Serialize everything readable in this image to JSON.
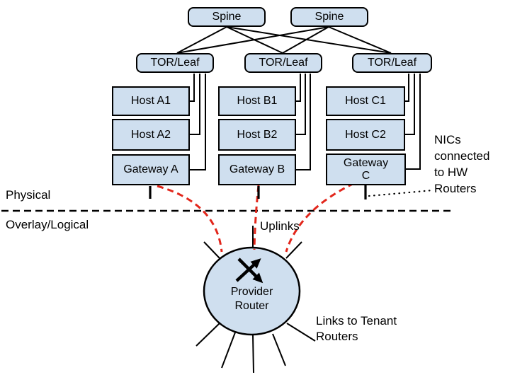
{
  "colors": {
    "node_fill": "#cfdfef",
    "node_border": "#000000",
    "link": "#000000",
    "overlay_link": "#e2261b",
    "background": "#ffffff",
    "text": "#000000"
  },
  "nodes": {
    "spine_1": "Spine",
    "spine_2": "Spine",
    "tor_leaf_a": "TOR/Leaf",
    "tor_leaf_b": "TOR/Leaf",
    "tor_leaf_c": "TOR/Leaf",
    "host_a1": "Host A1",
    "host_a2": "Host A2",
    "gateway_a": "Gateway A",
    "host_b1": "Host B1",
    "host_b2": "Host B2",
    "gateway_b": "Gateway B",
    "host_c1": "Host C1",
    "host_c2": "Host C2",
    "gateway_c": {
      "line1": "Gateway",
      "line2": "C"
    },
    "provider_router": {
      "line1": "Provider",
      "line2": "Router"
    }
  },
  "labels": {
    "physical": "Physical",
    "overlay_logical": "Overlay/Logical",
    "uplinks": "Uplinks",
    "nics_note": {
      "line1": "NICs",
      "line2": "connected",
      "line3": "to HW",
      "line4": "Routers"
    },
    "tenant_links_note": {
      "line1": "Links to Tenant",
      "line2": "Routers"
    }
  }
}
